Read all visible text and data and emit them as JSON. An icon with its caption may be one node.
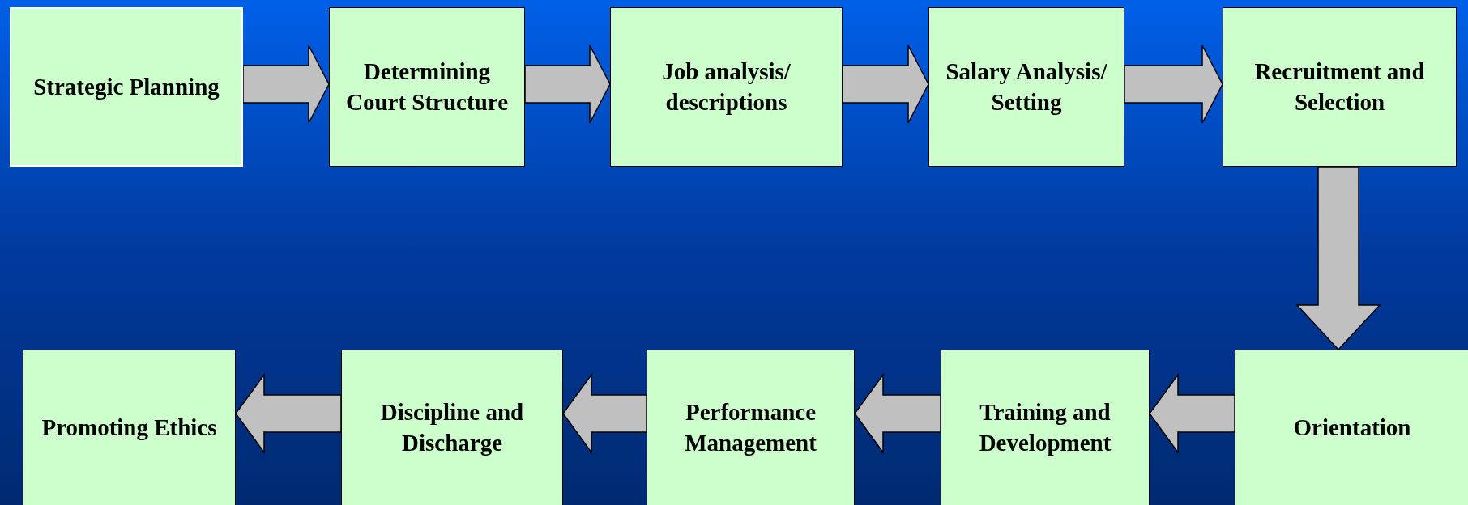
{
  "diagram": {
    "nodes": [
      {
        "text": [
          "Strategic Planning"
        ]
      },
      {
        "text": [
          "Determining Court Structure"
        ]
      },
      {
        "text": [
          "Job analysis/ descriptions"
        ]
      },
      {
        "text": [
          "Salary Analysis/ Setting"
        ]
      },
      {
        "text": [
          "Recruitment and Selection"
        ]
      },
      {
        "text": [
          "Promoting Ethics"
        ]
      },
      {
        "text": [
          "Discipline and Discharge"
        ]
      },
      {
        "text": [
          "Performance Management"
        ]
      },
      {
        "text": [
          "Training and Development"
        ]
      },
      {
        "text": [
          "Orientation"
        ]
      }
    ],
    "edges": [
      {
        "from": 0,
        "to": 1,
        "arrow": "to"
      },
      {
        "from": 1,
        "to": 2,
        "arrow": "to"
      },
      {
        "from": 2,
        "to": 3,
        "arrow": "to"
      },
      {
        "from": 3,
        "to": 4,
        "arrow": "to"
      },
      {
        "from": 4,
        "to": 9,
        "arrow": "to"
      },
      {
        "from": 9,
        "to": 8,
        "arrow": "to"
      },
      {
        "from": 8,
        "to": 7,
        "arrow": "to"
      },
      {
        "from": 7,
        "to": 6,
        "arrow": "to"
      },
      {
        "from": 6,
        "to": 5,
        "arrow": "to"
      }
    ]
  }
}
